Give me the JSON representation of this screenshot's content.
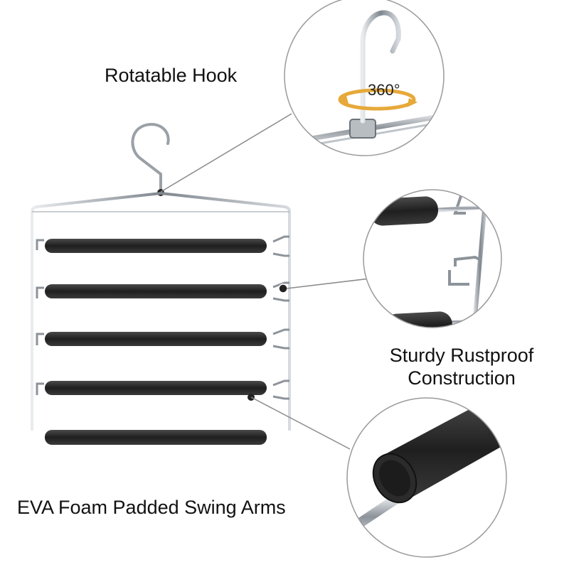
{
  "callouts": {
    "hook": "Rotatable Hook",
    "sturdy_line1": "Sturdy Rustproof",
    "sturdy_line2": "Construction",
    "foam": "EVA Foam Padded Swing Arms"
  },
  "rotation_badge": "360°",
  "colors": {
    "foam": "#2a2a2a",
    "chrome": "#9aa0a6",
    "arrow": "#e6a93a",
    "leader": "#8a8a8a",
    "text": "#111111"
  }
}
